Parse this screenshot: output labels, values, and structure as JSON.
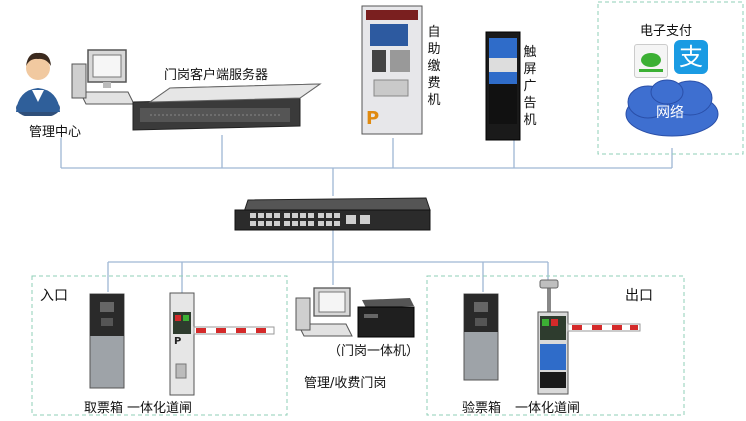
{
  "nodes": {
    "management_center": "管理中心",
    "gate_server": "门岗客户端服务器",
    "self_pay_kiosk": "自助缴费机",
    "touch_ad_screen": "触屏广告机",
    "electronic_payment": "电子支付",
    "network": "网络",
    "entrance": "入口",
    "exit": "出口",
    "ticket_box": "取票箱",
    "entry_barrier": "一体化道闸",
    "gate_integrated": "（门岗一体机）",
    "gate_booth": "管理/收费门岗",
    "verify_box": "验票箱",
    "exit_barrier": "一体化道闸"
  },
  "colors": {
    "connector": "#9fb7d4",
    "dashed_border": "#8fcfb7",
    "wechat_green": "#3cb034",
    "alipay_blue": "#1a9be3",
    "cloud_blue": "#3e6fd0",
    "barrier_red": "#d42a2a"
  },
  "icons": [
    "person-icon",
    "computer-icon",
    "server-icon",
    "kiosk-icon",
    "ad-screen-icon",
    "wechat-pay-icon",
    "alipay-icon",
    "cloud-icon",
    "switch-icon",
    "ticket-box-icon",
    "barrier-gate-icon",
    "workstation-icon",
    "camera-icon"
  ]
}
